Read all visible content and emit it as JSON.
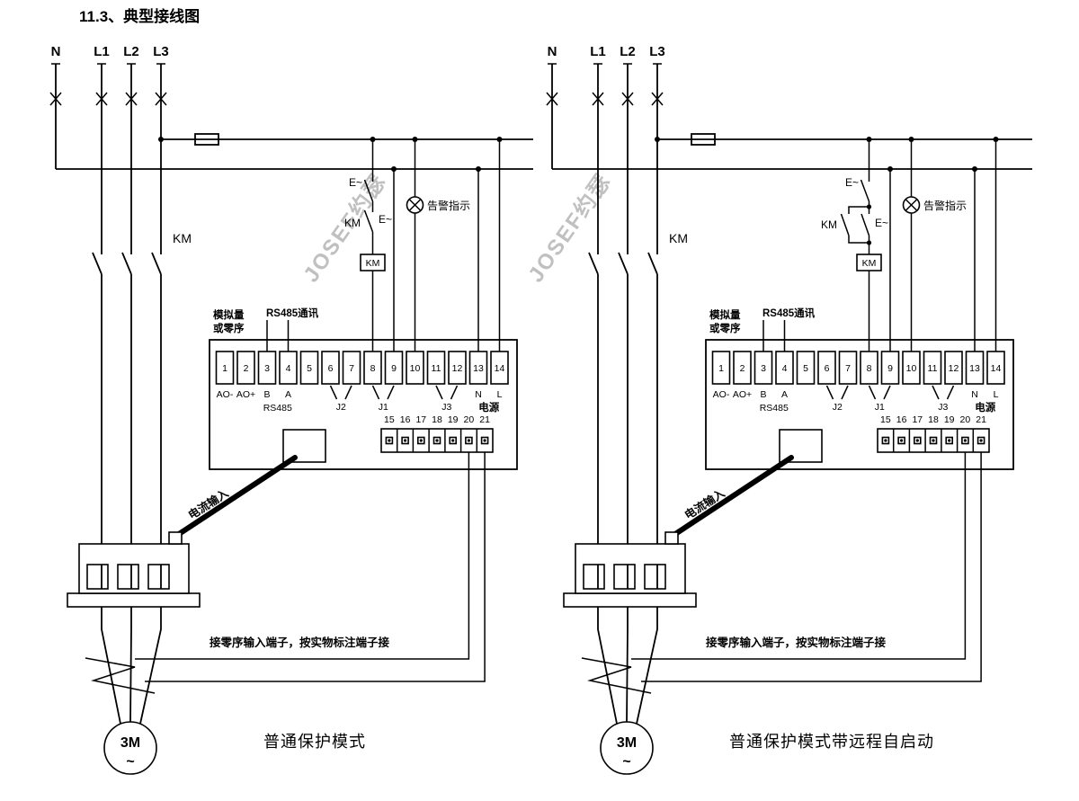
{
  "title": "11.3、典型接线图",
  "watermark": "JOSEF约瑟",
  "colors": {
    "line": "#000000",
    "watermark": "#8d8d8d",
    "background": "#ffffff"
  },
  "shared": {
    "phase_labels": [
      "N",
      "L1",
      "L2",
      "L3"
    ],
    "km_contact_label": "KM",
    "e_stop_label": "E~",
    "e_start_label": "E~",
    "km_aux_label": "KM",
    "km_coil_label": "KM",
    "alarm_label": "告警指示",
    "analog_line1": "模拟量",
    "analog_line2": "或零序",
    "rs485_comm_label": "RS485通讯",
    "terminal_numbers": [
      "1",
      "2",
      "3",
      "4",
      "5",
      "6",
      "7",
      "8",
      "9",
      "10",
      "11",
      "12",
      "13",
      "14"
    ],
    "ao_minus": "AO-",
    "ao_plus": "AO+",
    "b_label": "B",
    "a_label": "A",
    "rs485_label": "RS485",
    "j2_label": "J2",
    "j1_label": "J1",
    "j3_label": "J3",
    "n_label": "N",
    "l_label": "L",
    "power_label": "电源",
    "lower_terminal_numbers": [
      "15",
      "16",
      "17",
      "18",
      "19",
      "20",
      "21"
    ],
    "current_input_label": "电流输入",
    "zero_seq_note": "接零序输入端子，按实物标注端子接",
    "motor_label": "3M",
    "motor_tilde": "~"
  },
  "left": {
    "caption": "普通保护模式"
  },
  "right": {
    "caption": "普通保护模式带远程自启动"
  }
}
